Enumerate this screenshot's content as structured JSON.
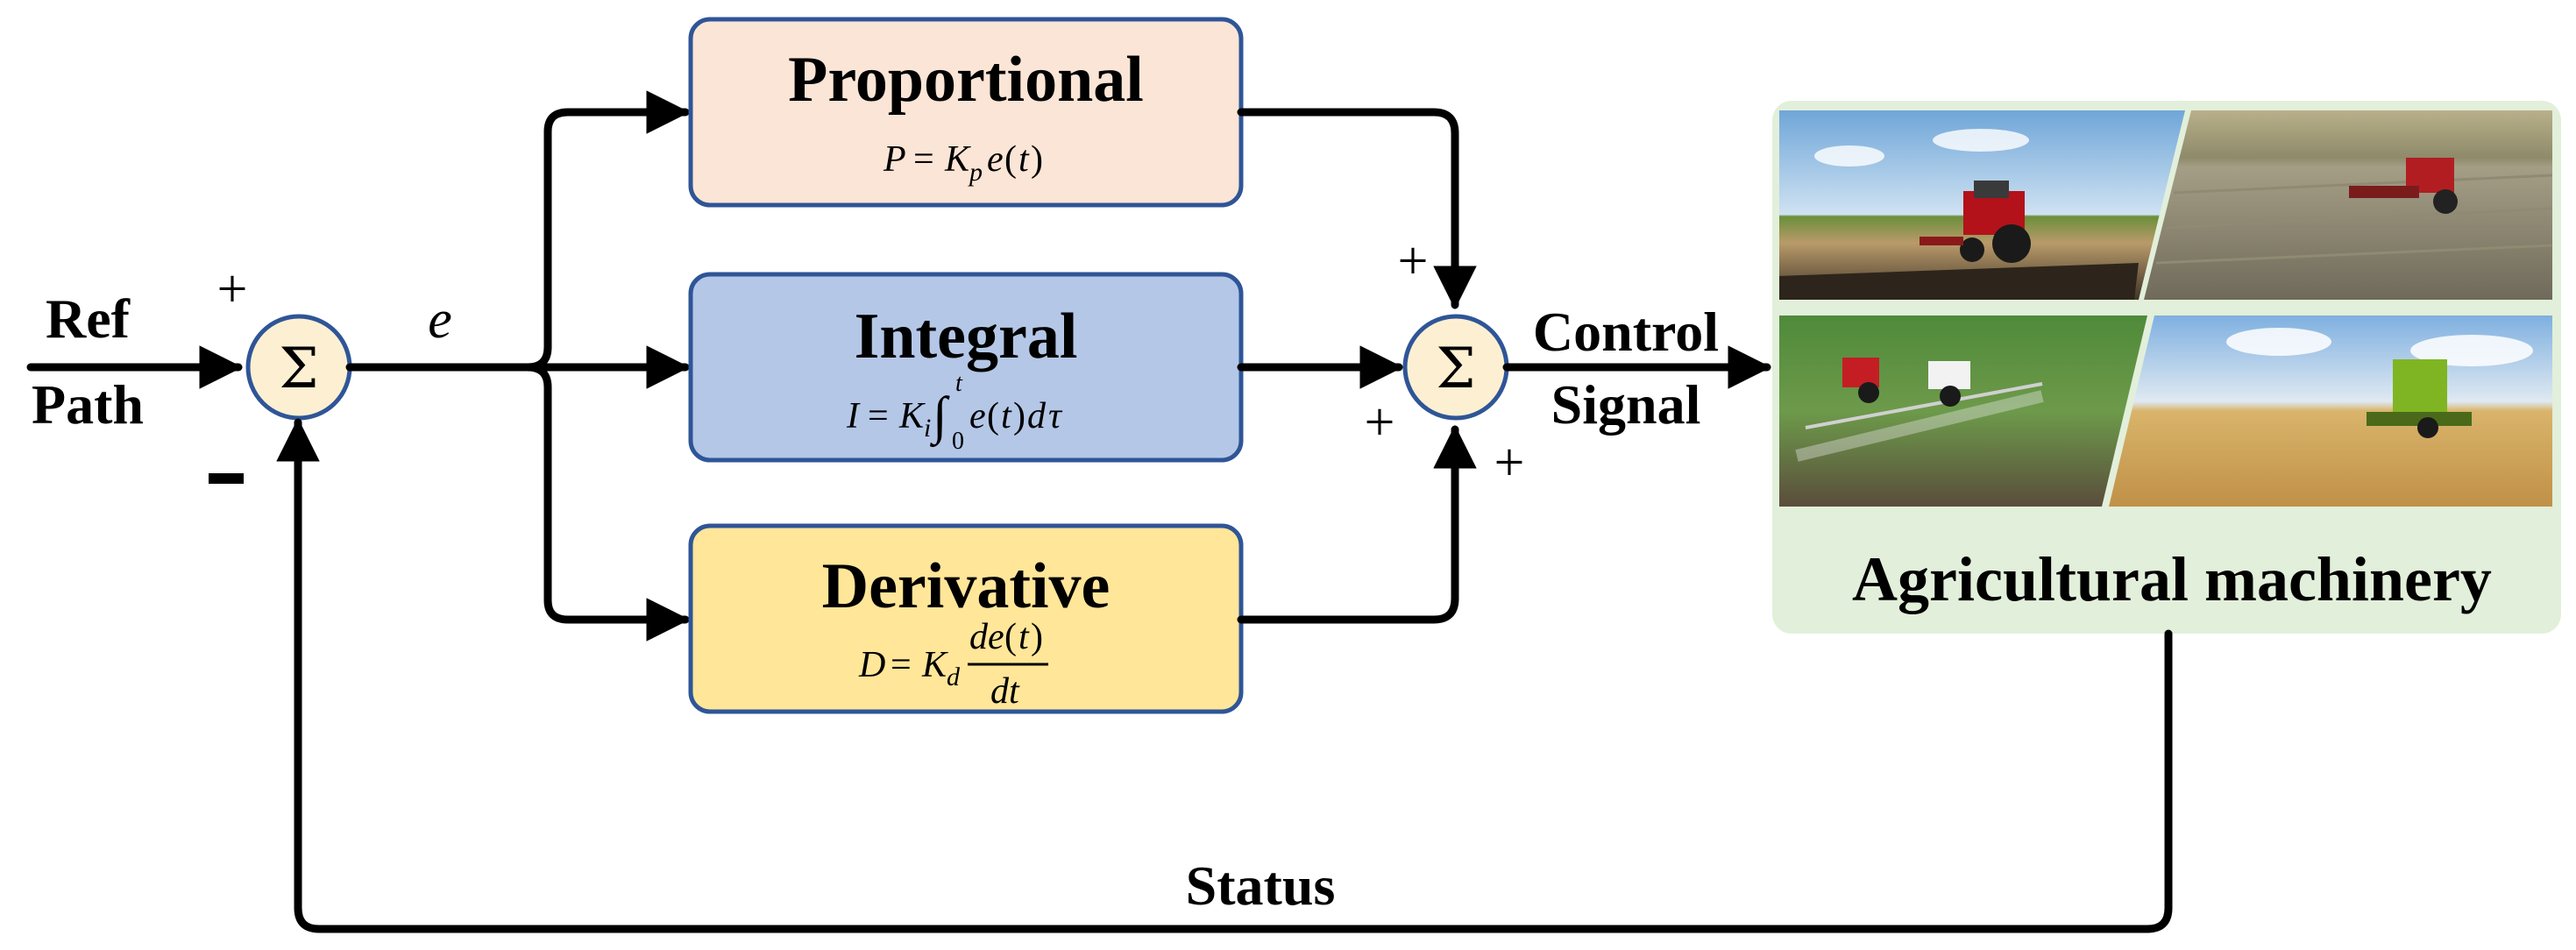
{
  "inputs": {
    "ref_line1": "Ref",
    "ref_line2": "Path",
    "error_symbol": "e",
    "plus_top": "+",
    "minus_bottom": "-"
  },
  "blocks": {
    "proportional": {
      "title": "Proportional",
      "formula": "P = K_p e(t)",
      "fill": "#fbe5d6"
    },
    "integral": {
      "title": "Integral",
      "formula": "I = K_i ∫_0^t e(t) dτ",
      "fill": "#b4c7e7"
    },
    "derivative": {
      "title": "Derivative",
      "formula": "D = K_d de(t)/dt",
      "fill": "#ffe699"
    }
  },
  "summing_junction": {
    "symbol": "Σ",
    "fill": "#fdf0d2"
  },
  "output_signs": {
    "top": "+",
    "left": "+",
    "bottom": "+"
  },
  "output": {
    "label_line1": "Control",
    "label_line2": "Signal"
  },
  "plant": {
    "title": "Agricultural machinery",
    "panel_color": "#e2efda"
  },
  "feedback": {
    "label": "Status"
  },
  "colors": {
    "block_border": "#2f5597",
    "wire": "#000000"
  }
}
